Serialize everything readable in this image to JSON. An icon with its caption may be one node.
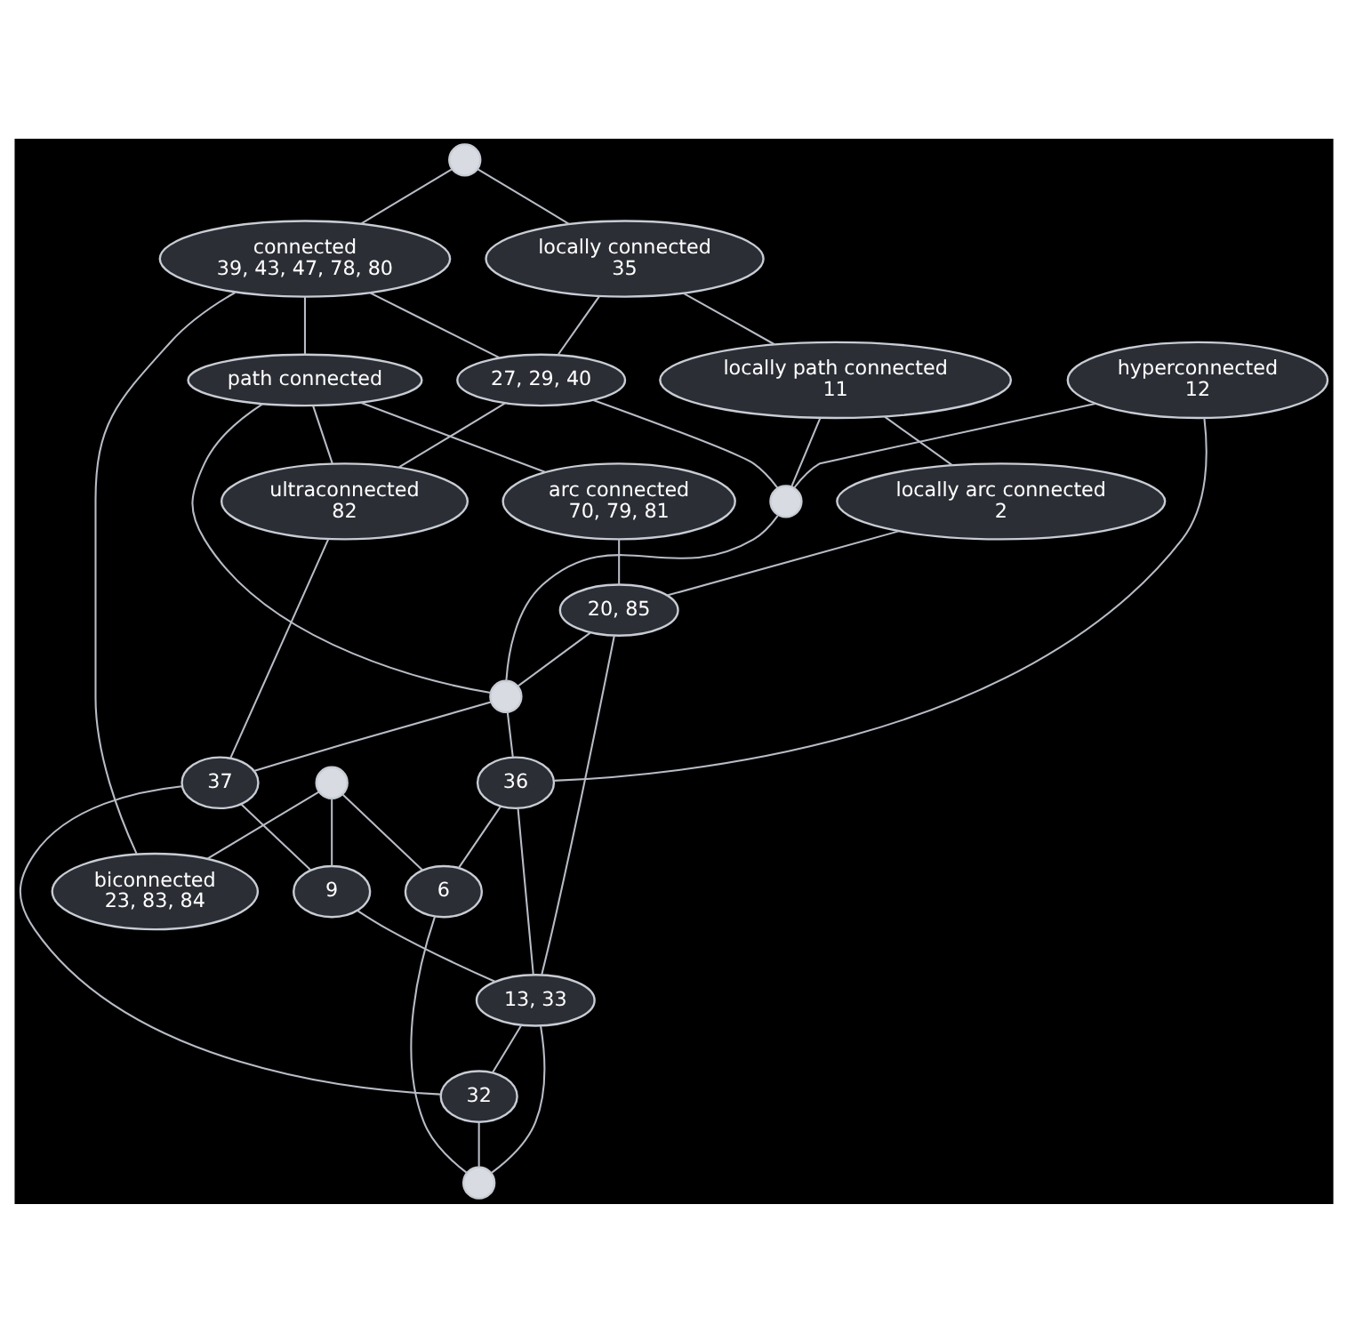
{
  "diagram": {
    "nodes": [
      {
        "text": [],
        "shape": "circle"
      },
      {
        "text": [
          "connected",
          "39, 43, 47, 78, 80"
        ]
      },
      {
        "text": [
          "path connected"
        ]
      },
      {
        "text": [
          "locally connected",
          "35"
        ]
      },
      {
        "text": [
          "27, 29, 40"
        ]
      },
      {
        "text": [
          "locally path connected",
          "11"
        ]
      },
      {
        "text": [
          "biconnected",
          "23, 83, 84"
        ]
      },
      {
        "text": [
          "ultraconnected",
          "82"
        ]
      },
      {
        "text": [
          "arc connected",
          "70, 79, 81"
        ]
      },
      {
        "text": [],
        "shape": "circle"
      },
      {
        "text": [
          "locally arc connected",
          "2"
        ]
      },
      {
        "text": [],
        "shape": "circle"
      },
      {
        "text": [
          "hyperconnected",
          "12"
        ]
      },
      {
        "text": [],
        "shape": "circle"
      },
      {
        "text": [
          "20, 85"
        ]
      },
      {
        "text": [
          "37"
        ]
      },
      {
        "text": [
          "36"
        ]
      },
      {
        "text": [
          "9"
        ]
      },
      {
        "text": [
          "6"
        ]
      },
      {
        "text": [
          "13, 33"
        ]
      },
      {
        "text": [
          "32"
        ]
      },
      {
        "text": [],
        "shape": "circle"
      }
    ],
    "edges": [
      {
        "from": 0,
        "to": 1,
        "arrow": "none"
      },
      {
        "from": 0,
        "to": 3,
        "arrow": "none"
      },
      {
        "from": 1,
        "to": 2,
        "arrow": "none"
      },
      {
        "from": 1,
        "to": 4,
        "arrow": "none"
      },
      {
        "from": 1,
        "to": 6,
        "arrow": "none"
      },
      {
        "from": 3,
        "to": 4,
        "arrow": "none"
      },
      {
        "from": 3,
        "to": 5,
        "arrow": "none"
      },
      {
        "from": 2,
        "to": 8,
        "arrow": "none"
      },
      {
        "from": 2,
        "to": 7,
        "arrow": "none"
      },
      {
        "from": 2,
        "to": 11,
        "arrow": "none"
      },
      {
        "from": 5,
        "to": 9,
        "arrow": "none"
      },
      {
        "from": 5,
        "to": 10,
        "arrow": "none"
      },
      {
        "from": 8,
        "to": 14,
        "arrow": "none"
      },
      {
        "from": 10,
        "to": 14,
        "arrow": "none"
      },
      {
        "from": 12,
        "to": 9,
        "arrow": "none"
      },
      {
        "from": 12,
        "to": 16,
        "arrow": "none"
      },
      {
        "from": 14,
        "to": 11,
        "arrow": "none"
      },
      {
        "from": 13,
        "to": 6,
        "arrow": "none"
      },
      {
        "from": 13,
        "to": 17,
        "arrow": "none"
      },
      {
        "from": 13,
        "to": 18,
        "arrow": "none"
      },
      {
        "from": 4,
        "to": 9,
        "arrow": "none"
      },
      {
        "from": 9,
        "to": 11,
        "arrow": "none"
      },
      {
        "from": 4,
        "to": 7,
        "arrow": "none"
      },
      {
        "from": 7,
        "to": 15,
        "arrow": "none"
      },
      {
        "from": 11,
        "to": 15,
        "arrow": "none"
      },
      {
        "from": 11,
        "to": 16,
        "arrow": "none"
      },
      {
        "from": 15,
        "to": 17,
        "arrow": "none"
      },
      {
        "from": 15,
        "to": 20,
        "arrow": "none"
      },
      {
        "from": 16,
        "to": 19,
        "arrow": "none"
      },
      {
        "from": 16,
        "to": 18,
        "arrow": "none"
      },
      {
        "from": 18,
        "to": 21,
        "arrow": "none"
      },
      {
        "from": 14,
        "to": 19,
        "arrow": "none"
      },
      {
        "from": 17,
        "to": 19,
        "arrow": "none"
      },
      {
        "from": 19,
        "to": 20,
        "arrow": "none"
      },
      {
        "from": 19,
        "to": 21,
        "arrow": "none"
      },
      {
        "from": 20,
        "to": 21,
        "arrow": "none"
      }
    ]
  }
}
